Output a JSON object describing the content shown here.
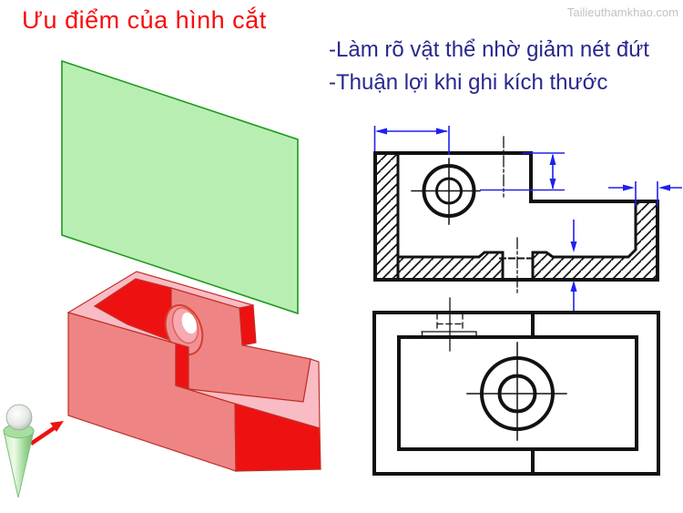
{
  "slide": {
    "title": "Ưu điểm của hình cắt",
    "watermark": "Tailieuthamkhao.com",
    "bullets": [
      "-Làm rõ vật thể nhờ giảm nét đứt",
      "-Thuận lợi khi ghi kích thước"
    ]
  },
  "colors": {
    "title": "#fa0a0a",
    "bullet_text": "#28288c",
    "watermark": "#c2c2c2",
    "dimension_blue": "#2020ee",
    "drawing_black": "#121212",
    "cut_face_red": "#ee1111",
    "object_pink": "#ef8484",
    "object_light_pink": "#f9bcc4",
    "plane_green": "#b9eeb2",
    "plane_border_green": "#1d9a1d",
    "cone_green": "#8fd48f",
    "background": "#ffffff"
  },
  "graphics": {
    "left_illustration": [
      "cutting-plane",
      "sectioned-3d-object",
      "viewer-cone-icon",
      "viewing-direction-arrow"
    ],
    "right_drawings": [
      "section-view",
      "top-view",
      "dimension-lines"
    ]
  }
}
